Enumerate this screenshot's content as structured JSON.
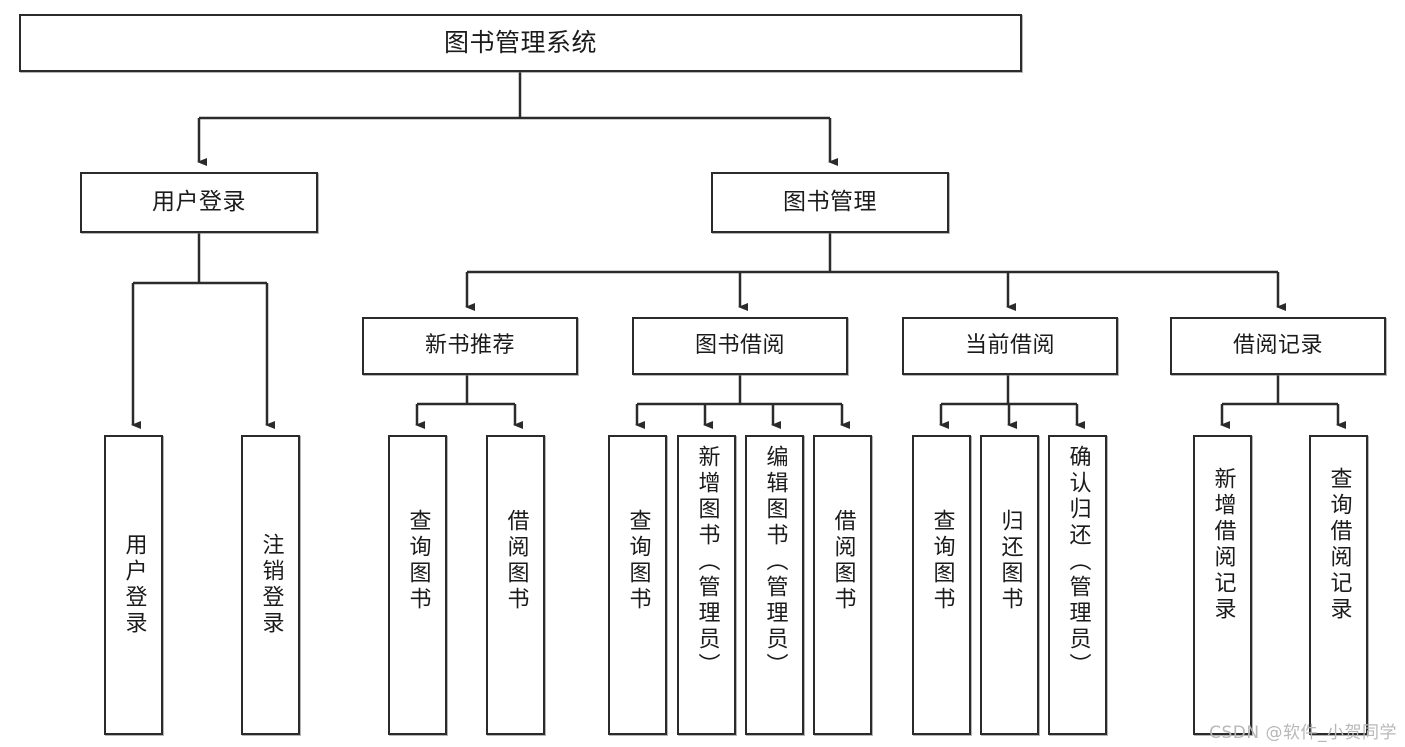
{
  "diagram": {
    "title": "图书管理系统",
    "type": "tree-hierarchy-chart",
    "root": {
      "label": "图书管理系统"
    },
    "level2": [
      {
        "label": "用户登录"
      },
      {
        "label": "图书管理"
      }
    ],
    "level3": [
      {
        "label": "新书推荐"
      },
      {
        "label": "图书借阅"
      },
      {
        "label": "当前借阅"
      },
      {
        "label": "借阅记录"
      }
    ],
    "leaves": [
      {
        "label": "用户登录"
      },
      {
        "label": "注销登录"
      },
      {
        "label": "查询图书"
      },
      {
        "label": "借阅图书"
      },
      {
        "label": "查询图书"
      },
      {
        "label": "新增图书（管理员）"
      },
      {
        "label": "编辑图书（管理员）"
      },
      {
        "label": "借阅图书"
      },
      {
        "label": "查询图书"
      },
      {
        "label": "归还图书"
      },
      {
        "label": "确认归还（管理员）"
      },
      {
        "label": "新增借阅记录"
      },
      {
        "label": "查询借阅记录"
      }
    ]
  },
  "watermark": {
    "text": "CSDN @软件_小贺同学"
  },
  "colors": {
    "stroke": "#2b2b2b",
    "fill": "#ffffff",
    "text": "#1b1b1b",
    "watermark": "#b8b8b8"
  }
}
